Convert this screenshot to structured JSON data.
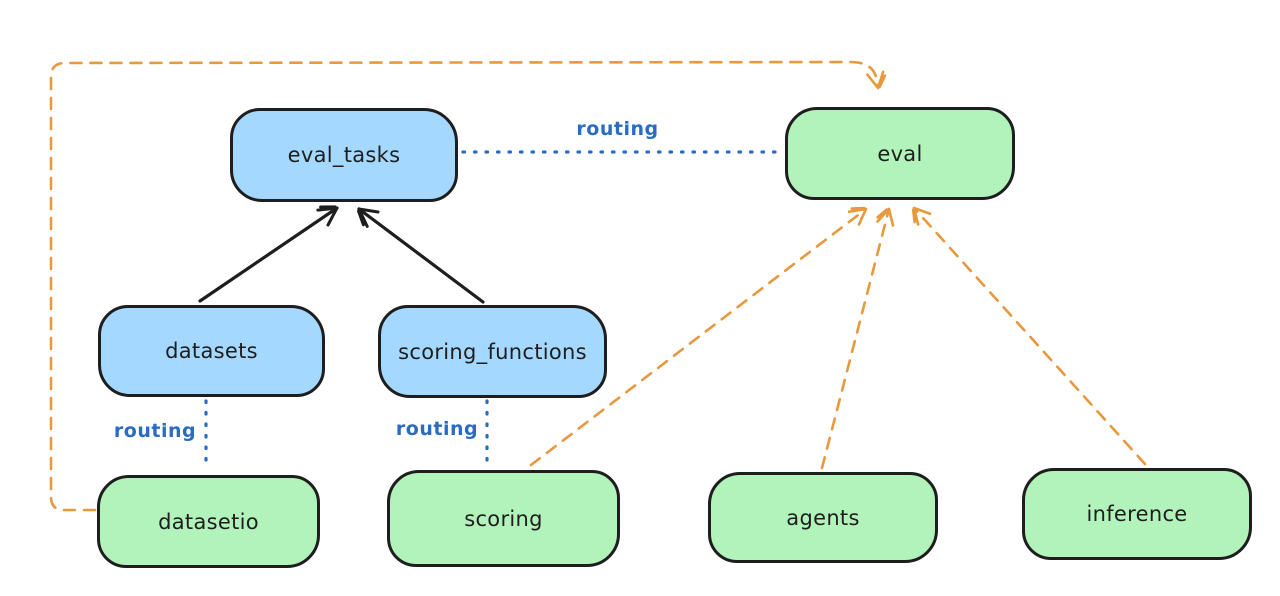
{
  "diagram": {
    "type": "architecture-graph",
    "background": "#ffffff",
    "nodes": [
      {
        "id": "eval_tasks",
        "label": "eval_tasks",
        "fill": "#a5d8ff",
        "group": "blue-resource"
      },
      {
        "id": "eval",
        "label": "eval",
        "fill": "#b2f2bb",
        "group": "green-api"
      },
      {
        "id": "datasets",
        "label": "datasets",
        "fill": "#a5d8ff",
        "group": "blue-resource"
      },
      {
        "id": "scoring_functions",
        "label": "scoring_functions",
        "fill": "#a5d8ff",
        "group": "blue-resource"
      },
      {
        "id": "datasetio",
        "label": "datasetio",
        "fill": "#b2f2bb",
        "group": "green-api"
      },
      {
        "id": "scoring",
        "label": "scoring",
        "fill": "#b2f2bb",
        "group": "green-api"
      },
      {
        "id": "agents",
        "label": "agents",
        "fill": "#b2f2bb",
        "group": "green-api"
      },
      {
        "id": "inference",
        "label": "inference",
        "fill": "#b2f2bb",
        "group": "green-api"
      }
    ],
    "edges": [
      {
        "from": "datasets",
        "to": "eval_tasks",
        "style": "solid",
        "color": "#1e1e1e",
        "arrow": true,
        "label": ""
      },
      {
        "from": "scoring_functions",
        "to": "eval_tasks",
        "style": "solid",
        "color": "#1e1e1e",
        "arrow": true,
        "label": ""
      },
      {
        "from": "eval_tasks",
        "to": "eval",
        "style": "dotted",
        "color": "#2b6cc3",
        "arrow": false,
        "label": "routing"
      },
      {
        "from": "datasets",
        "to": "datasetio",
        "style": "dotted",
        "color": "#2b6cc3",
        "arrow": false,
        "label": "routing"
      },
      {
        "from": "scoring_functions",
        "to": "scoring",
        "style": "dotted",
        "color": "#2b6cc3",
        "arrow": false,
        "label": "routing"
      },
      {
        "from": "datasetio",
        "to": "eval",
        "style": "dashed",
        "color": "#e8983d",
        "arrow": true,
        "label": ""
      },
      {
        "from": "scoring",
        "to": "eval",
        "style": "dashed",
        "color": "#e8983d",
        "arrow": true,
        "label": ""
      },
      {
        "from": "agents",
        "to": "eval",
        "style": "dashed",
        "color": "#e8983d",
        "arrow": true,
        "label": ""
      },
      {
        "from": "inference",
        "to": "eval",
        "style": "dashed",
        "color": "#e8983d",
        "arrow": true,
        "label": ""
      }
    ],
    "colors": {
      "node_blue_fill": "#a5d8ff",
      "node_green_fill": "#b2f2bb",
      "node_stroke": "#1e1e1e",
      "solid_arrow": "#1e1e1e",
      "routing_blue": "#2b6cc3",
      "provider_orange": "#e8983d",
      "background": "#ffffff"
    }
  }
}
